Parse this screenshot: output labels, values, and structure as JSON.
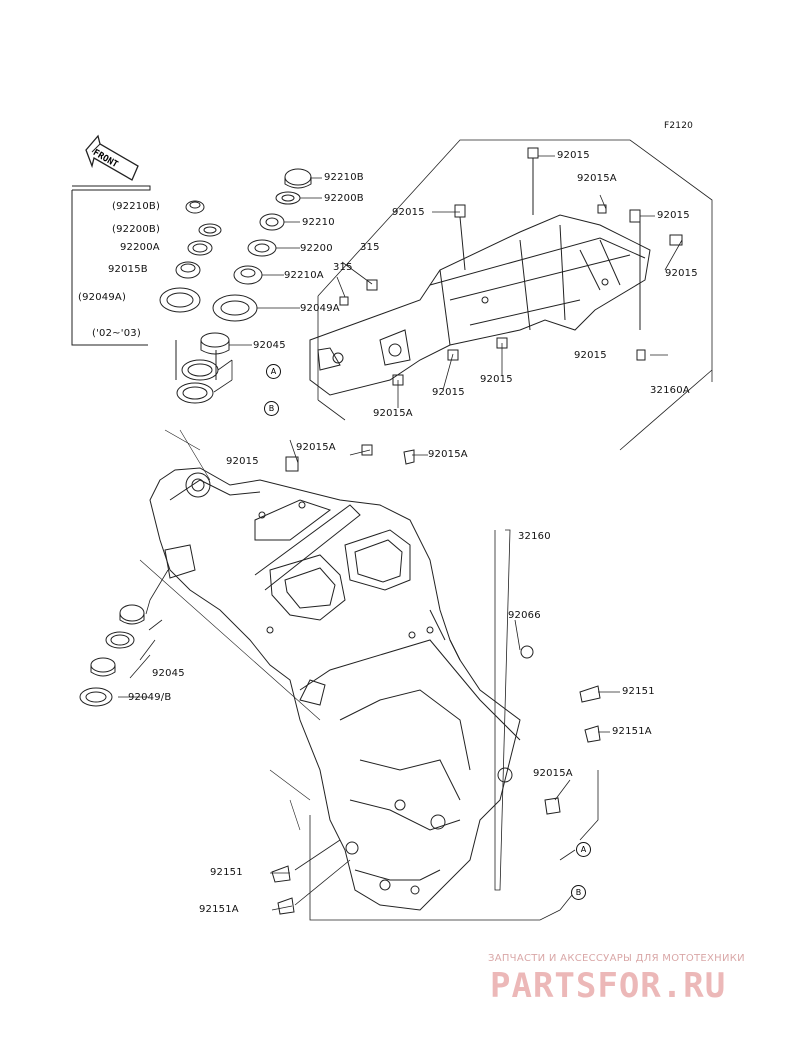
{
  "diagram_code": "F2120",
  "front_label": "FRONT",
  "inset": {
    "labels": [
      "(92210B)",
      "(92200B)",
      "92200A",
      "92015B",
      "(92049A)"
    ],
    "note": "('02~'03)"
  },
  "callouts": {
    "A": "A",
    "B": "B"
  },
  "labels": {
    "l_92210B": "92210B",
    "l_92200B": "92200B",
    "l_92210": "92210",
    "l_92200": "92200",
    "l_92210A": "92210A",
    "l_92049A": "92049A",
    "l_92045_top": "92045",
    "l_315a": "315",
    "l_315b": "315",
    "l_92015_tr1": "92015",
    "l_92015A_tr": "92015A",
    "l_92015_tr2": "92015",
    "l_92015_tl": "92015",
    "l_92015_r": "92015",
    "l_92015_bl": "92015",
    "l_92015_bm": "92015",
    "l_92015_br": "92015",
    "l_92015A_b": "92015A",
    "l_32160A": "32160A",
    "l_92015_main": "92015",
    "l_92015A_m1": "92015A",
    "l_92015A_m2": "92015A",
    "l_32160": "32160",
    "l_92066": "92066",
    "l_92045_low": "92045",
    "l_92049B": "92049/B",
    "l_92151_r": "92151",
    "l_92151A_r": "92151A",
    "l_92015A_low": "92015A",
    "l_92151_l": "92151",
    "l_92151A_l": "92151A"
  },
  "watermark": {
    "line1": "ЗАПЧАСТИ И АКСЕССУАРЫ ДЛЯ МОТОТЕХНИКИ",
    "line2": "PARTSFOR.RU"
  }
}
